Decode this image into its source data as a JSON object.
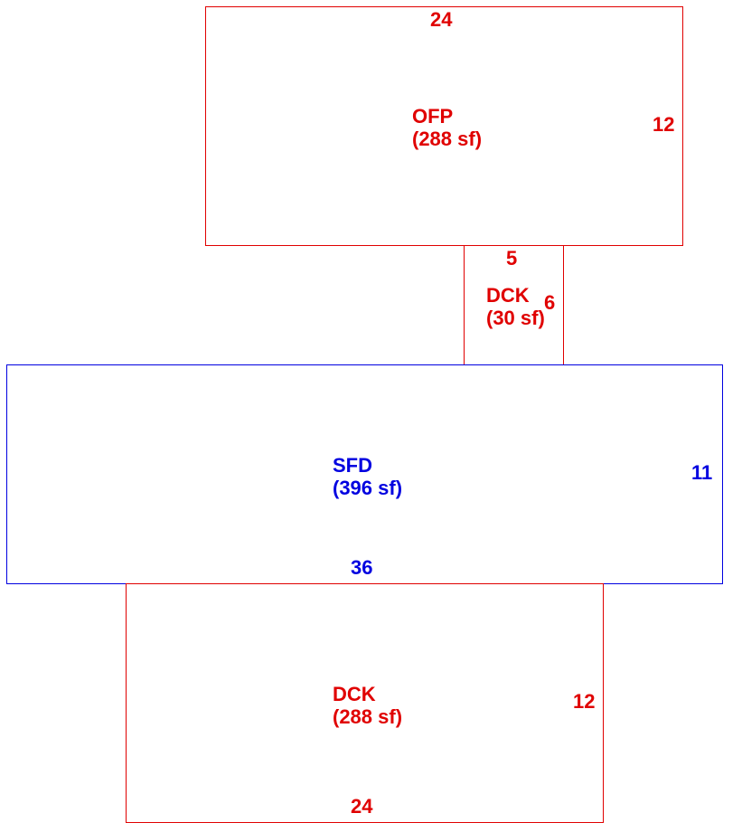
{
  "colors": {
    "addition": "#e00000",
    "main": "#0000e0"
  },
  "areas": {
    "ofp": {
      "code": "OFP",
      "area": "(288 sf)",
      "top_dim": "24",
      "side_dim": "12"
    },
    "dck1": {
      "code": "DCK",
      "area": "(30 sf)",
      "top_dim": "5",
      "side_dim": "6"
    },
    "sfd": {
      "code": "SFD",
      "area": "(396 sf)",
      "side_dim": "11",
      "bottom_dim": "36"
    },
    "dck2": {
      "code": "DCK",
      "area": "(288 sf)",
      "side_dim": "12",
      "bottom_dim": "24"
    }
  }
}
